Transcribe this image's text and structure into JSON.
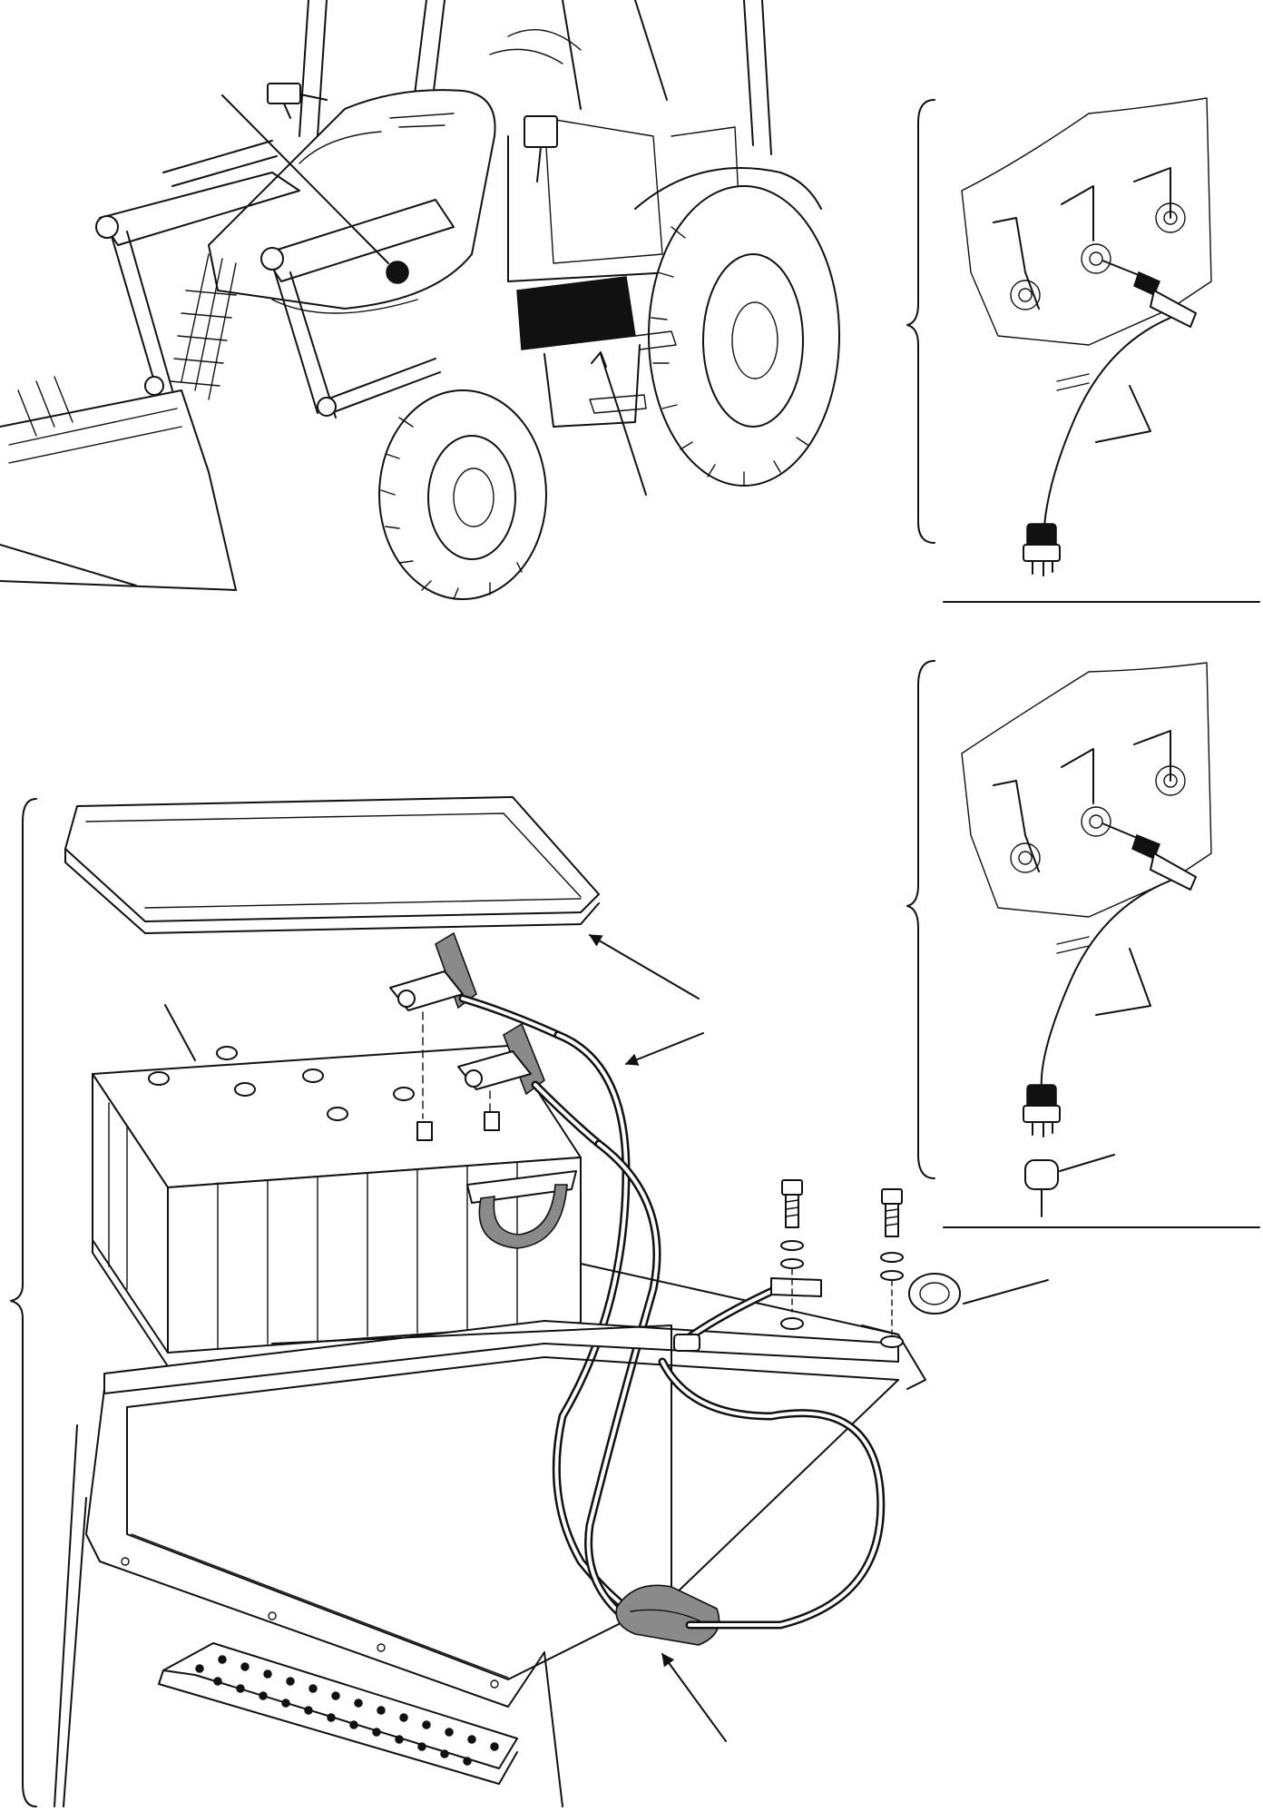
{
  "figure": {
    "kind": "technical-illustration",
    "panels": [
      "machine-overview",
      "sender-detail-upper",
      "sender-detail-lower",
      "battery-exploded-view"
    ],
    "line_color": "#111111",
    "background": "#ffffff"
  }
}
